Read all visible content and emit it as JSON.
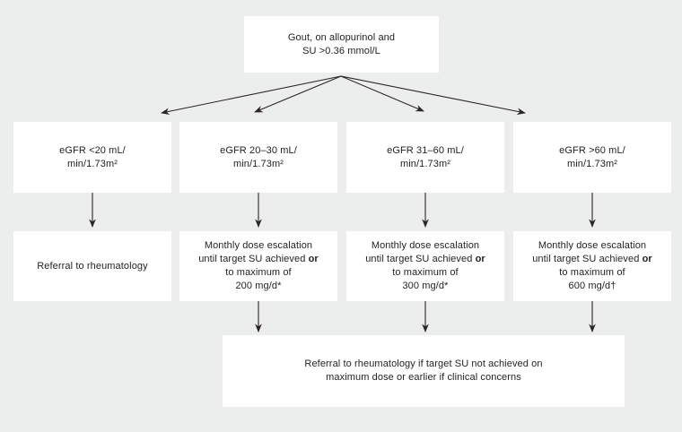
{
  "colors": {
    "background": "#eceeed",
    "box_fill": "#ffffff",
    "text": "#231f20",
    "arrow": "#2b2523"
  },
  "top_box": {
    "line1": "Gout, on allopurinol and",
    "line2": "SU >0.36 mmol/L"
  },
  "egfr_boxes": [
    {
      "line1": "eGFR <20 mL/",
      "line2": "min/1.73m²"
    },
    {
      "line1": "eGFR 20–30 mL/",
      "line2": "min/1.73m²"
    },
    {
      "line1": "eGFR 31–60 mL/",
      "line2": "min/1.73m²"
    },
    {
      "line1": "eGFR >60 mL/",
      "line2": "min/1.73m²"
    }
  ],
  "action_boxes": [
    {
      "text": "Referral to rheumatology"
    },
    {
      "line1": "Monthly dose escalation",
      "line2_text": "until target SU achieved",
      "line2_bold": "or",
      "line3": "to maximum of",
      "line4": "200 mg/d*"
    },
    {
      "line1": "Monthly dose escalation",
      "line2_text": "until target SU achieved",
      "line2_bold": "or",
      "line3": "to maximum of",
      "line4": "300 mg/d*"
    },
    {
      "line1": "Monthly dose escalation",
      "line2_text": "until target SU achieved",
      "line2_bold": "or",
      "line3": "to maximum of",
      "line4": "600 mg/d†"
    }
  ],
  "bottom_box": {
    "line1": "Referral to rheumatology if target SU not achieved on",
    "line2": "maximum dose or earlier if clinical concerns"
  }
}
